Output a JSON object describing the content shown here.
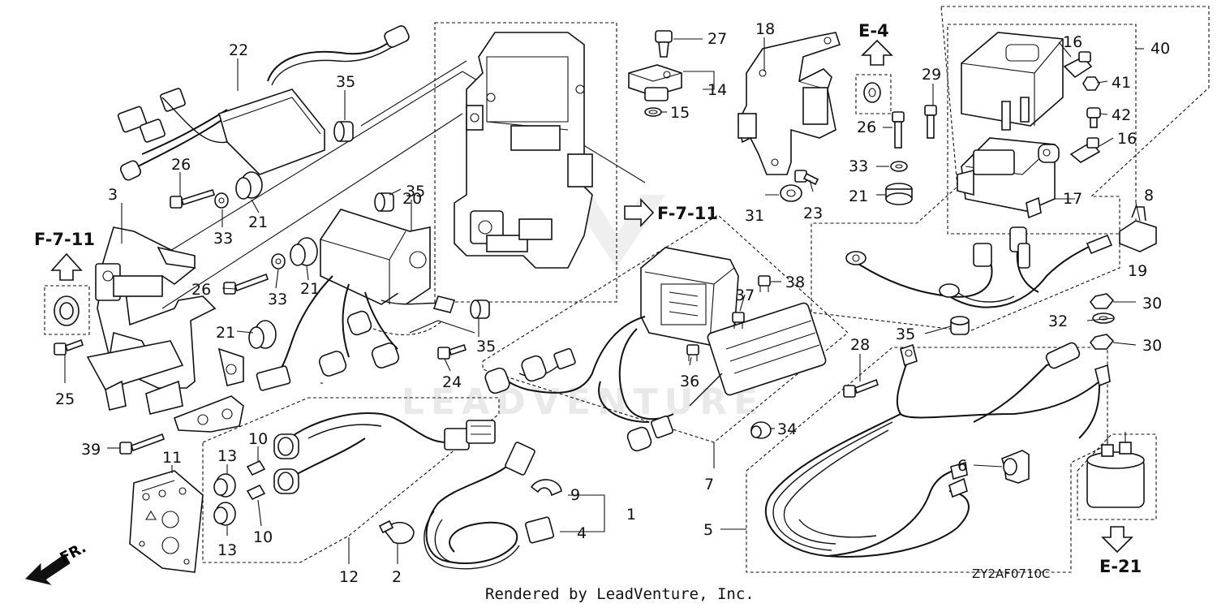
{
  "diagram": {
    "code": "ZY2AF0710C",
    "footer": "Rendered by LeadVenture, Inc.",
    "watermark": "LEADVENTURE",
    "front_marker": "FR.",
    "refs": {
      "f711_left": "F-7-11",
      "f711_center": "F-7-11",
      "e4": "E-4",
      "e21": "E-21"
    },
    "callouts": {
      "c1": "1",
      "c2": "2",
      "c3": "3",
      "c4": "4",
      "c5": "5",
      "c6": "6",
      "c7": "7",
      "c8": "8",
      "c9": "9",
      "c10a": "10",
      "c10b": "10",
      "c11": "11",
      "c12": "12",
      "c13a": "13",
      "c13b": "13",
      "c14": "14",
      "c15": "15",
      "c16a": "16",
      "c16b": "16",
      "c17": "17",
      "c18": "18",
      "c19": "19",
      "c20": "20",
      "c21a": "21",
      "c21b": "21",
      "c21c": "21",
      "c21d": "21",
      "c22": "22",
      "c23": "23",
      "c24": "24",
      "c25": "25",
      "c26a": "26",
      "c26b": "26",
      "c26c": "26",
      "c27": "27",
      "c28": "28",
      "c29": "29",
      "c30a": "30",
      "c30b": "30",
      "c31": "31",
      "c32": "32",
      "c33a": "33",
      "c33b": "33",
      "c33c": "33",
      "c34": "34",
      "c35a": "35",
      "c35b": "35",
      "c35c": "35",
      "c35d": "35",
      "c36": "36",
      "c37": "37",
      "c38": "38",
      "c39": "39",
      "c40": "40",
      "c41": "41",
      "c42": "42"
    }
  }
}
